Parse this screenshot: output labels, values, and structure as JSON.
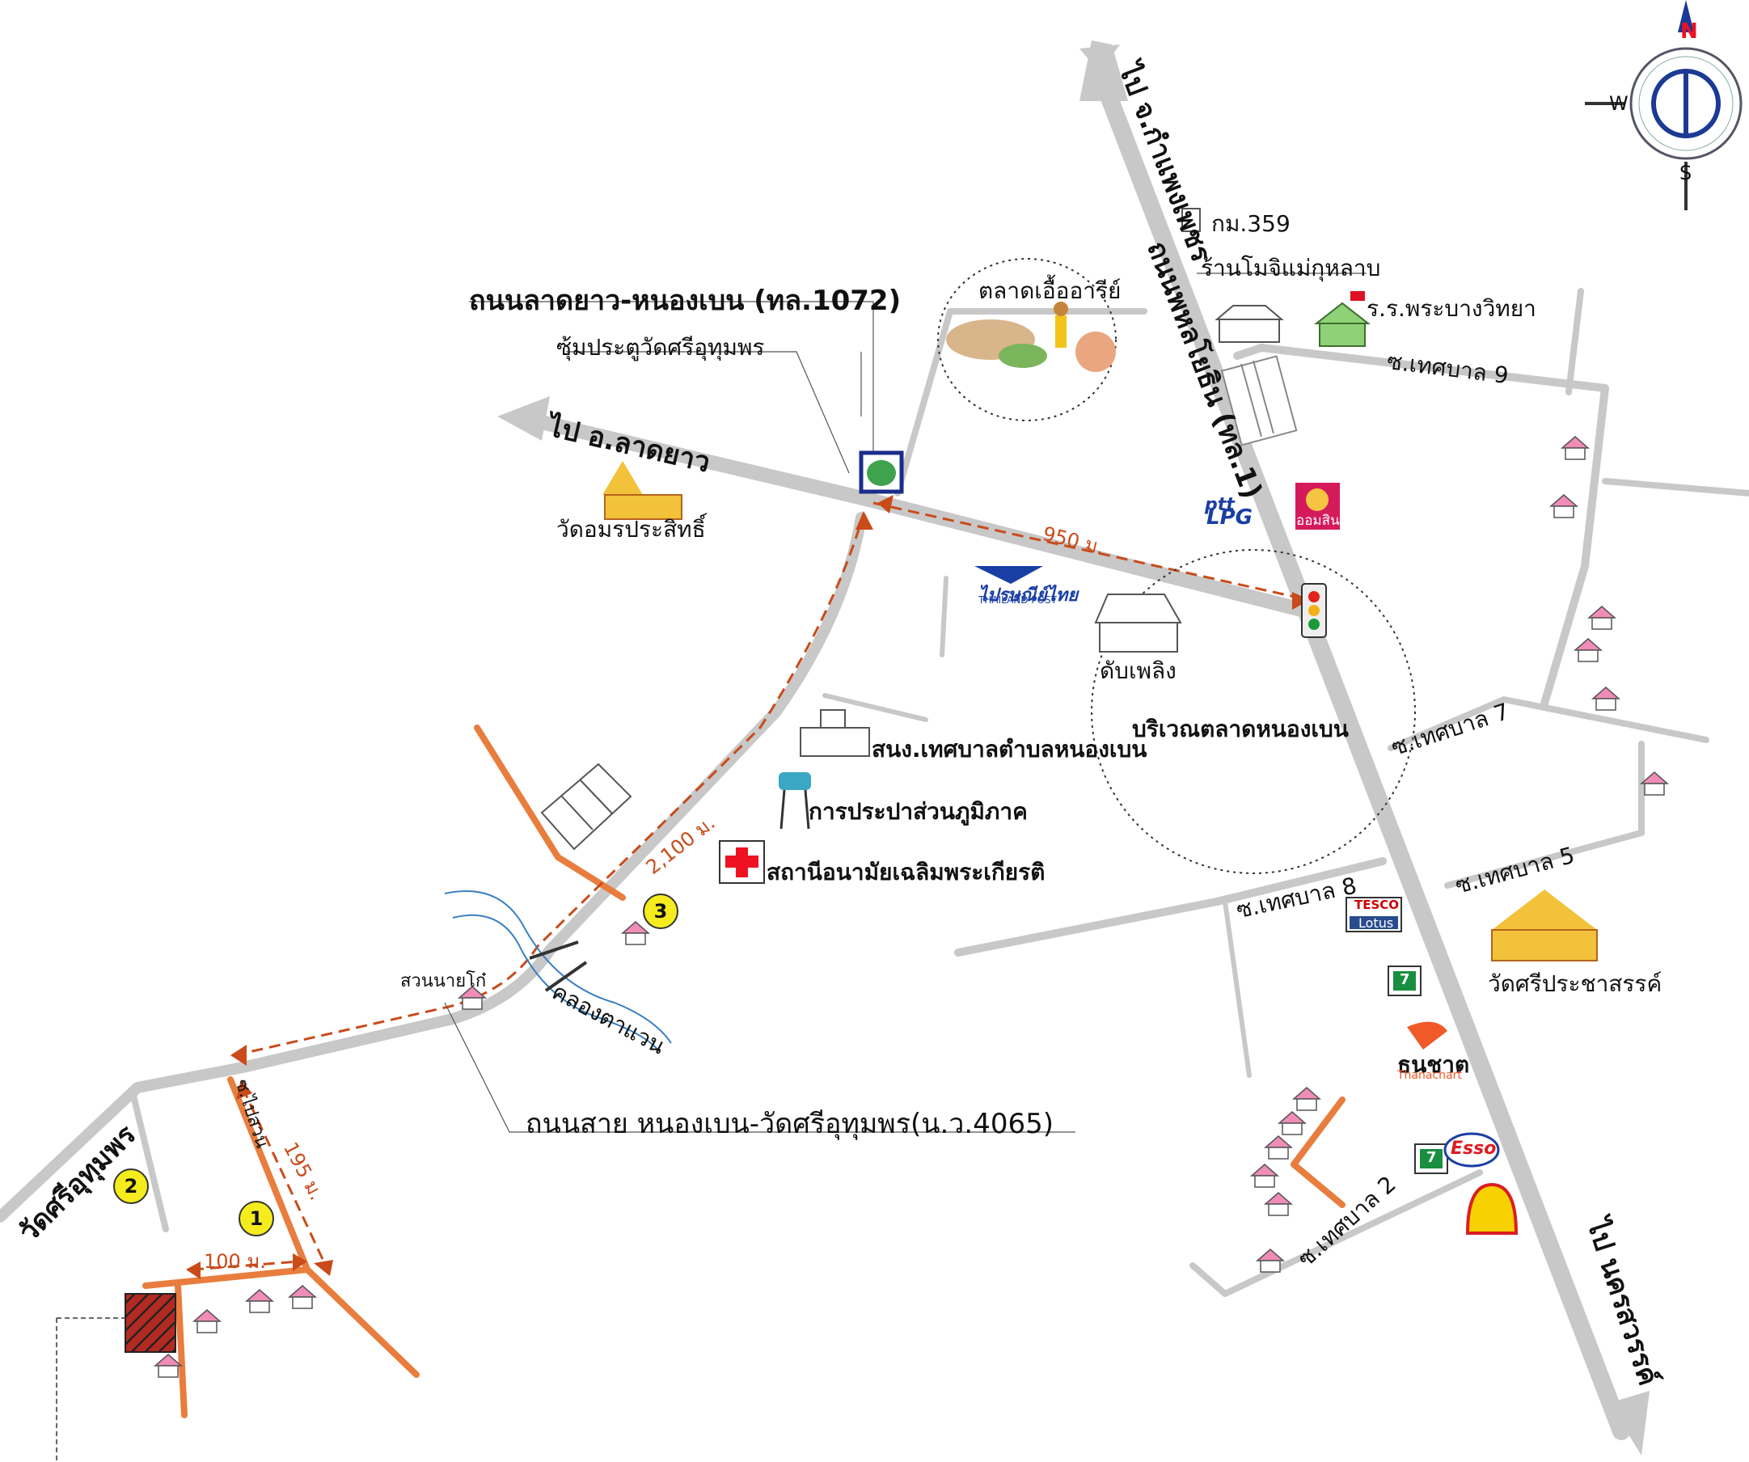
{
  "compass": {
    "n": "N",
    "s": "S",
    "w": "W"
  },
  "roads": {
    "road_1072": "ถนนลาดยาว-หนองเบน (ทล.1072)",
    "road_4065": "ถนนสาย หนองเบน-วัดศรีอุทุมพร(น.ว.4065)",
    "road_1": "ถนนพหลโยธิน (ทล.1)",
    "to_kamphaeng": "ไป จ.กำแพงเพชร",
    "to_nakhon": "ไป นครสวรรค์",
    "to_laddao": "ไป อ.ลาดยาว",
    "to_wat_sri": "วัดศรีอุทุมพร"
  },
  "labels": {
    "gate": "ซุ้มประตูวัดศรีอุทุมพร",
    "wat_amon": "วัดอมรประสิทธิ์",
    "market": "ตลาดเอื้ออารีย์",
    "km": "กม.359",
    "shop": "ร้านโมจิแม่กุหลาบ",
    "school": "ร.ร.พระบางวิทยา",
    "soi9": "ซ.เทศบาล 9",
    "soi7": "ซ.เทศบาล 7",
    "soi8": "ซ.เทศบาล 8",
    "soi5": "ซ.เทศบาล 5",
    "soi2": "ซ.เทศบาล 2",
    "soi_map": "ซ.ไปสวน",
    "post": "ไปรษณีย์ไทย",
    "post_en": "THAILAND POST",
    "fire": "ดับเพลิง",
    "market_area": "บริเวณตลาดหนองเบน",
    "municipal": "สนง.เทศบาลตำบลหนองเบน",
    "water": "การประปาส่วนภูมิภาค",
    "health": "สถานีอนามัยเฉลิมพระเกียรติ",
    "garden": "สวนนายโก๋",
    "canal": "คลองตาแวน",
    "wat_sri_prachasan": "วัดศรีประชาสรรค์",
    "bank": "ออมสิน",
    "lpg_ptt": "ptt",
    "lpg": "LPG",
    "tesco": "TESCO",
    "lotus": "Lotus",
    "thanachart": "ธนชาต",
    "thanachart_en": "Thanachart",
    "esso": "Esso",
    "seven": "7"
  },
  "distances": {
    "d950": "950 ม.",
    "d2100": "2,100 ม.",
    "d195": "195 ม.",
    "d100": "100 ม."
  },
  "markers": [
    "1",
    "2",
    "3"
  ],
  "colors": {
    "road": "#c8c8c8",
    "orange": "#e87d3e",
    "route": "#c94b1a",
    "pink": "#f0a0c0"
  }
}
